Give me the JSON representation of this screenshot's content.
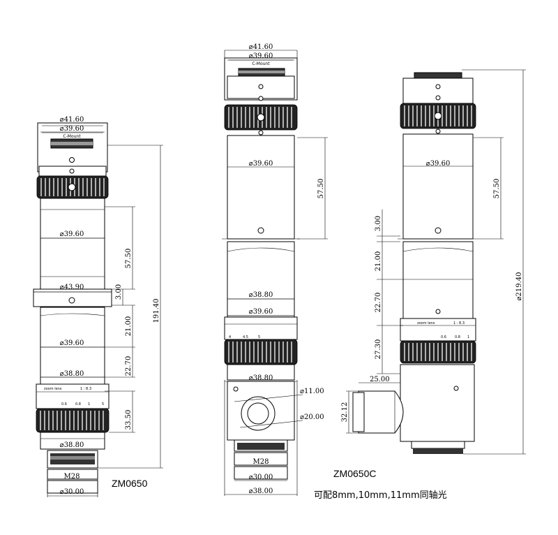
{
  "left": {
    "model": "ZM0650",
    "d_top_outer": "⌀41.60",
    "d_top_inner": "⌀39.60",
    "mount": "C-Mount",
    "d_body": "⌀39.60",
    "d_collar": "⌀43.90",
    "d_zoom": "⌀39.60",
    "d_lower": "⌀38.80",
    "d_bottom": "⌀38.80",
    "thread": "M28",
    "d_base": "⌀30.00",
    "len_57": "57.50",
    "len_3": "3.00",
    "len_21": "21.00",
    "len_22": "22.70",
    "len_33": "33.50",
    "len_total": "191.40",
    "zoom_label": "zoom lens",
    "ratio": "1 : 8.3",
    "scale": [
      "0.6",
      "0.8",
      "1",
      "5"
    ]
  },
  "middle": {
    "model": "ZM0650C",
    "note": "可配8mm,10mm,11mm同轴光",
    "d_top_outer": "⌀41.60",
    "d_top_inner": "⌀39.60",
    "mount": "C-Mount",
    "d_body": "⌀39.60",
    "d_lower": "⌀38.80",
    "d_zoom": "⌀39.60",
    "d_cube": "⌀38.80",
    "d_port_inner": "⌀11.00",
    "d_port_outer": "⌀20.00",
    "thread": "M28",
    "d_base": "⌀30.00",
    "d_foot": "⌀38.00",
    "len_57": "57.50",
    "scale": [
      "4",
      "4.5",
      "5"
    ]
  },
  "right": {
    "d_body": "⌀39.60",
    "len_57": "57.50",
    "len_3": "3.00",
    "len_21": "21.00",
    "len_22": "22.70",
    "len_27": "27.30",
    "len_25": "25.00",
    "len_32": "32.12",
    "len_total": "⌀219.40",
    "zoom_label": "zoom lens",
    "ratio": "1 : 8.3",
    "scale": [
      "0.6",
      "0.8",
      "1"
    ]
  }
}
